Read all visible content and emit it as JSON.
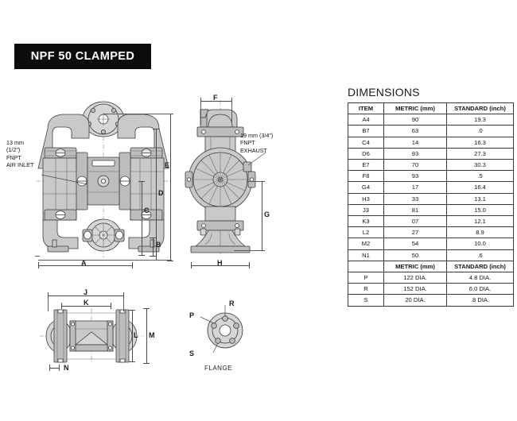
{
  "document": {
    "title": "NPF 50 CLAMPED",
    "sheet_type": "technical-dimension-drawing"
  },
  "annotations": {
    "air_inlet": "13 mm\n(1/2\")\nFNPT\nAIR INLET",
    "exhaust": "19 mm (3/4\")\nFNPT\nEXHAUST",
    "flange_caption": "FLANGE"
  },
  "dimension_letters": {
    "front_view": [
      "A",
      "B",
      "C",
      "D",
      "E"
    ],
    "side_view": [
      "F",
      "G",
      "H"
    ],
    "top_view": [
      "J",
      "K",
      "L",
      "M",
      "N"
    ],
    "flange_view": [
      "P",
      "R",
      "S"
    ]
  },
  "table": {
    "heading": "DIMENSIONS",
    "columns": [
      "ITEM",
      "METRIC (mm)",
      "STANDARD (inch)"
    ],
    "rows": [
      {
        "item": "A4",
        "metric": "90",
        "standard": "19.3"
      },
      {
        "item": "B7",
        "metric": "63",
        "standard": ".0"
      },
      {
        "item": "C4",
        "metric": "14",
        "standard": "16.3"
      },
      {
        "item": "D6",
        "metric": "93",
        "standard": "27.3"
      },
      {
        "item": "E7",
        "metric": "70",
        "standard": "30.3"
      },
      {
        "item": "F8",
        "metric": "93",
        "standard": ".5"
      },
      {
        "item": "G4",
        "metric": "17",
        "standard": "16.4"
      },
      {
        "item": "H3",
        "metric": "33",
        "standard": "13.1"
      },
      {
        "item": "J3",
        "metric": "81",
        "standard": "15.0"
      },
      {
        "item": "K3",
        "metric": "07",
        "standard": "12.1"
      },
      {
        "item": "L2",
        "metric": "27",
        "standard": "8.9"
      },
      {
        "item": "M2",
        "metric": "54",
        "standard": "10.0"
      },
      {
        "item": "N1",
        "metric": "50",
        "standard": ".6"
      }
    ],
    "subheader": {
      "item": "",
      "metric": "METRIC (mm)",
      "standard": "STANDARD (inch)"
    },
    "rows2": [
      {
        "item": "P",
        "metric": "122 DIA.",
        "standard": "4.8 DIA."
      },
      {
        "item": "R",
        "metric": "152 DIA.",
        "standard": "6.0 DIA."
      },
      {
        "item": "S",
        "metric": "20 DIA.",
        "standard": ".8 DIA."
      }
    ]
  },
  "colors": {
    "banner_bg": "#0d0d0d",
    "banner_text": "#ffffff",
    "body_fill": "#c9c9c9",
    "outline": "#3d3d3d",
    "page_bg": "#ffffff"
  }
}
